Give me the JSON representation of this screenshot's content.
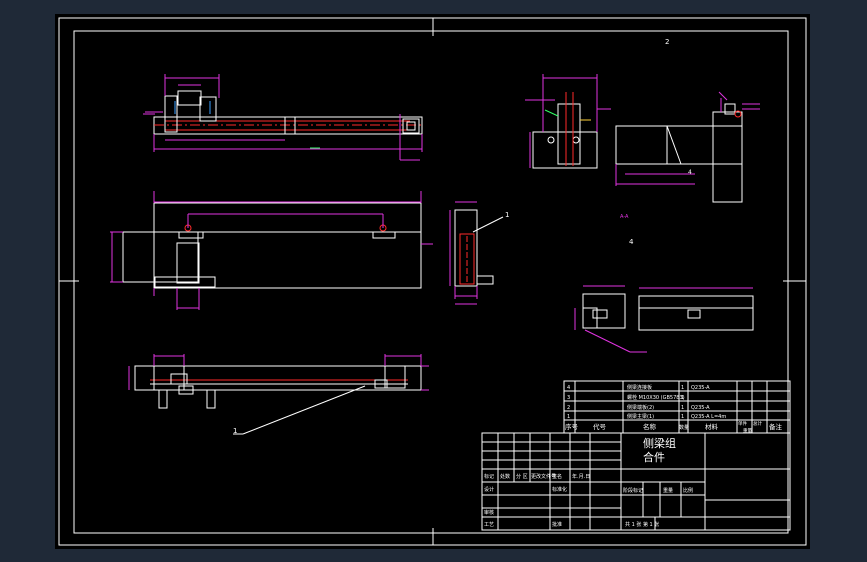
{
  "drawing": {
    "view_labels": {
      "view2": "2",
      "view4": "4",
      "view1": "1"
    },
    "section_label": "A-A",
    "callouts": [
      "1",
      "2",
      "4"
    ]
  },
  "bom": {
    "rows": [
      {
        "no": "4",
        "code": "",
        "name": "侧梁连接板",
        "qty": "1",
        "material": "Q235-A"
      },
      {
        "no": "3",
        "code": "",
        "name": "螺栓 M10X30 (GB5783)",
        "qty": "1",
        "material": ""
      },
      {
        "no": "2",
        "code": "",
        "name": "侧梁端板(2)",
        "qty": "1",
        "material": "Q235-A"
      },
      {
        "no": "1",
        "code": "",
        "name": "侧梁主梁(1)",
        "qty": "1",
        "material": "Q235-A L=4m"
      }
    ],
    "header": {
      "no": "序号",
      "code": "代号",
      "name": "名称",
      "qty": "数量",
      "material": "材料",
      "single": "单件",
      "total": "总计",
      "weight": "重量",
      "remark": "备注"
    }
  },
  "title_block": {
    "name_line1": "侧梁组",
    "name_line2": "合件",
    "rev_headers": [
      "标记",
      "处数",
      "分 区",
      "更改文件号",
      "签名",
      "年.月.日"
    ],
    "design": "设计",
    "standard": "标准化",
    "review": "审核",
    "process": "工艺",
    "approve": "批准",
    "stage_headers": [
      "阶段标记",
      "重量",
      "比例"
    ],
    "sheet_info": "共 1 张    第 1 张"
  }
}
